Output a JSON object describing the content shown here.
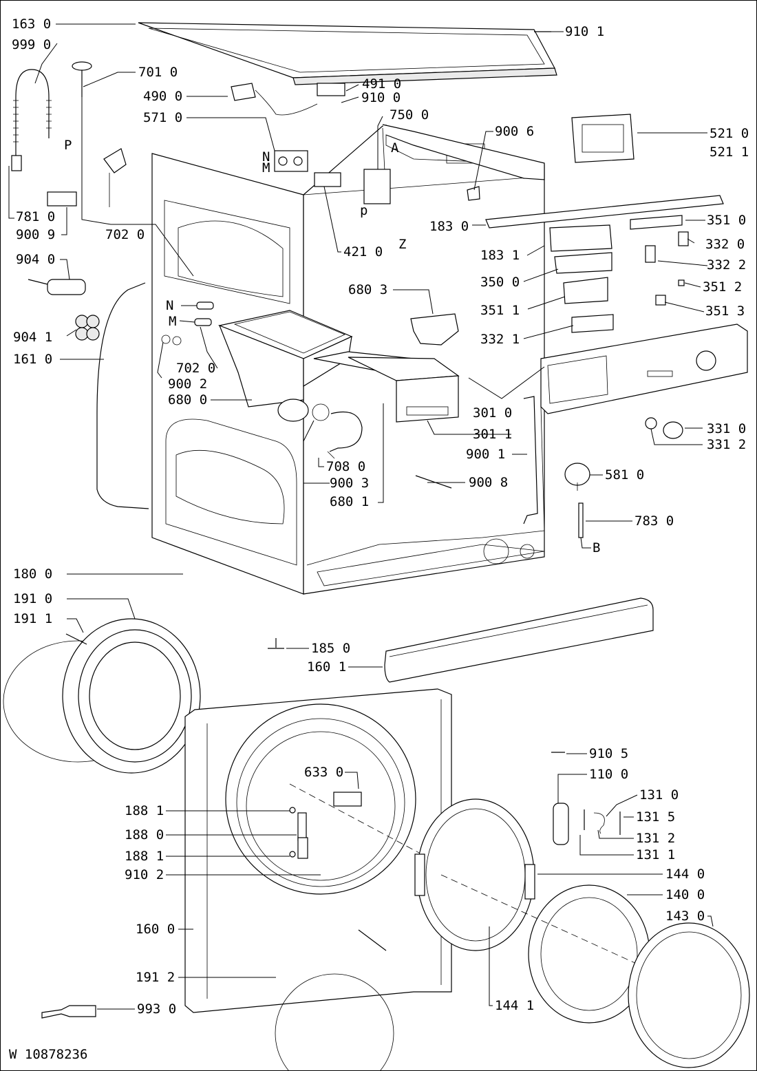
{
  "labels": {
    "l1630": "163 0",
    "l9990": "999 0",
    "l9101": "910 1",
    "l7010": "701 0",
    "l4900": "490 0",
    "l4910": "491 0",
    "l9100": "910 0",
    "l5710": "571 0",
    "l7500": "750 0",
    "l9006": "900 6",
    "l5210": "521 0",
    "l5211": "521 1",
    "l7810": "781 0",
    "l9009": "900 9",
    "l7020a": "702 0",
    "l4210": "421 0",
    "l1830": "183 0",
    "l3510": "351 0",
    "l3320": "332 0",
    "l1831": "183 1",
    "l3322": "332 2",
    "l9040": "904 0",
    "l3500": "350 0",
    "l3512": "351 2",
    "l6803": "680 3",
    "l3511": "351 1",
    "l3513": "351 3",
    "l9041": "904 1",
    "l3321": "332 1",
    "l1610": "161 0",
    "l7020b": "702 0",
    "l9002": "900 2",
    "l6800": "680 0",
    "l3010": "301 0",
    "l3011": "301 1",
    "l3310": "331 0",
    "l3312": "331 2",
    "l9001": "900 1",
    "l5810": "581 0",
    "l7080": "708 0",
    "l9003": "900 3",
    "l9008": "900 8",
    "l6801": "680 1",
    "l7830": "783 0",
    "l1800": "180 0",
    "l1910": "191 0",
    "l1911": "191 1",
    "l1850": "185 0",
    "l1601": "160 1",
    "l9105": "910 5",
    "l1100": "110 0",
    "l6330": "633 0",
    "l1310": "131 0",
    "l1881a": "188 1",
    "l1315": "131 5",
    "l1880": "188 0",
    "l1312": "131 2",
    "l1881b": "188 1",
    "l1311": "131 1",
    "l9102": "910 2",
    "l1440": "144 0",
    "l1400": "140 0",
    "l1430": "143 0",
    "l1600": "160 0",
    "l1912": "191 2",
    "l1441": "144 1",
    "l9930": "993 0",
    "N1": "N",
    "M1": "M",
    "A": "A",
    "P": "P",
    "p": "p",
    "Z": "Z",
    "N2": "N",
    "M2": "M",
    "B": "B"
  },
  "footer": {
    "drawing_id": "W 10878236"
  }
}
